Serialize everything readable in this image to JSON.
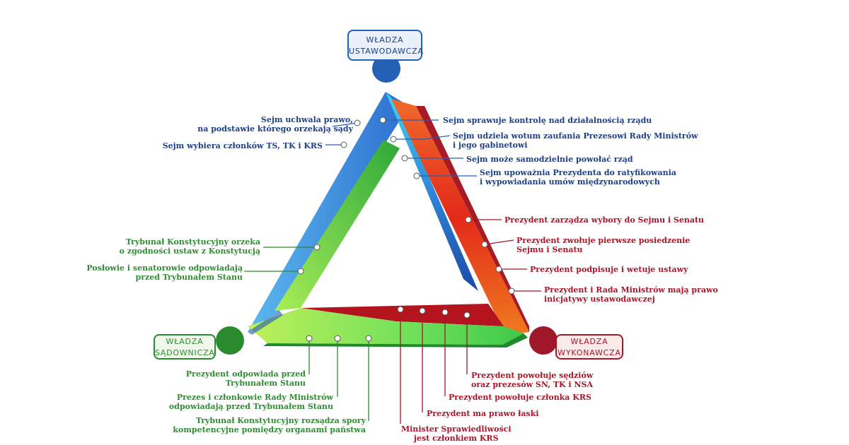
{
  "colors": {
    "legislative": "#2461b4",
    "judicial": "#2a8a2e",
    "executive": "#a0172a",
    "legislative_text": "#1d3f87",
    "executive_text": "#a8162a",
    "judicial_text": "#2f8d33"
  },
  "nodes": {
    "legislative": {
      "line1": "WŁADZA",
      "line2": "USTAWODAWCZA"
    },
    "judicial": {
      "line1": "WŁADZA",
      "line2": "SĄDOWNICZA"
    },
    "executive": {
      "line1": "WŁADZA",
      "line2": "WYKONAWCZA"
    }
  },
  "labels": {
    "blue_left": [
      {
        "lines": [
          "Sejm uchwala prawo,",
          "na podstawie którego orzekają sądy"
        ]
      },
      {
        "lines": [
          "Sejm wybiera członków TS, TK i KRS"
        ]
      }
    ],
    "blue_right": [
      {
        "lines": [
          "Sejm sprawuje kontrolę nad działalnością rządu"
        ]
      },
      {
        "lines": [
          "Sejm udziela wotum zaufania Prezesowi Rady Ministrów",
          "i jego gabinetowi"
        ]
      },
      {
        "lines": [
          "Sejm może samodzielnie powołać rząd"
        ]
      },
      {
        "lines": [
          "Sejm upoważnia Prezydenta do ratyfikowania",
          "i wypowiadania umów międzynarodowych"
        ]
      }
    ],
    "red_right": [
      {
        "lines": [
          "Prezydent zarządza wybory do Sejmu i Senatu"
        ]
      },
      {
        "lines": [
          "Prezydent zwołuje pierwsze posiedzenie",
          "Sejmu i Senatu"
        ]
      },
      {
        "lines": [
          "Prezydent podpisuje i wetuje ustawy"
        ]
      },
      {
        "lines": [
          "Prezydent i Rada Ministrów mają prawo",
          "inicjatywy ustawodawczej"
        ]
      }
    ],
    "green_left": [
      {
        "lines": [
          "Trybunał Konstytucyjny orzeka",
          "o zgodności ustaw z Konstytucją"
        ]
      },
      {
        "lines": [
          "Posłowie i senatorowie odpowiadają",
          "przed Trybunałem Stanu"
        ]
      }
    ],
    "green_bottom": [
      {
        "lines": [
          "Prezydent odpowiada przed",
          "Trybunałem Stanu"
        ]
      },
      {
        "lines": [
          "Prezes i członkowie Rady Ministrów",
          "odpowiadają przed Trybunałem Stanu"
        ]
      },
      {
        "lines": [
          "Trybunał Konstytucyjny rozsądza spory",
          "kompetencyjne pomiędzy organami państwa"
        ]
      }
    ],
    "red_bottom": [
      {
        "lines": [
          "Prezydent powołuje sędziów",
          "oraz prezesów SN, TK i NSA"
        ]
      },
      {
        "lines": [
          "Prezydent powołuje członka KRS"
        ]
      },
      {
        "lines": [
          "Prezydent ma prawo łaski"
        ]
      },
      {
        "lines": [
          "Minister Sprawiedliwości",
          "jest członkiem KRS"
        ]
      }
    ]
  }
}
